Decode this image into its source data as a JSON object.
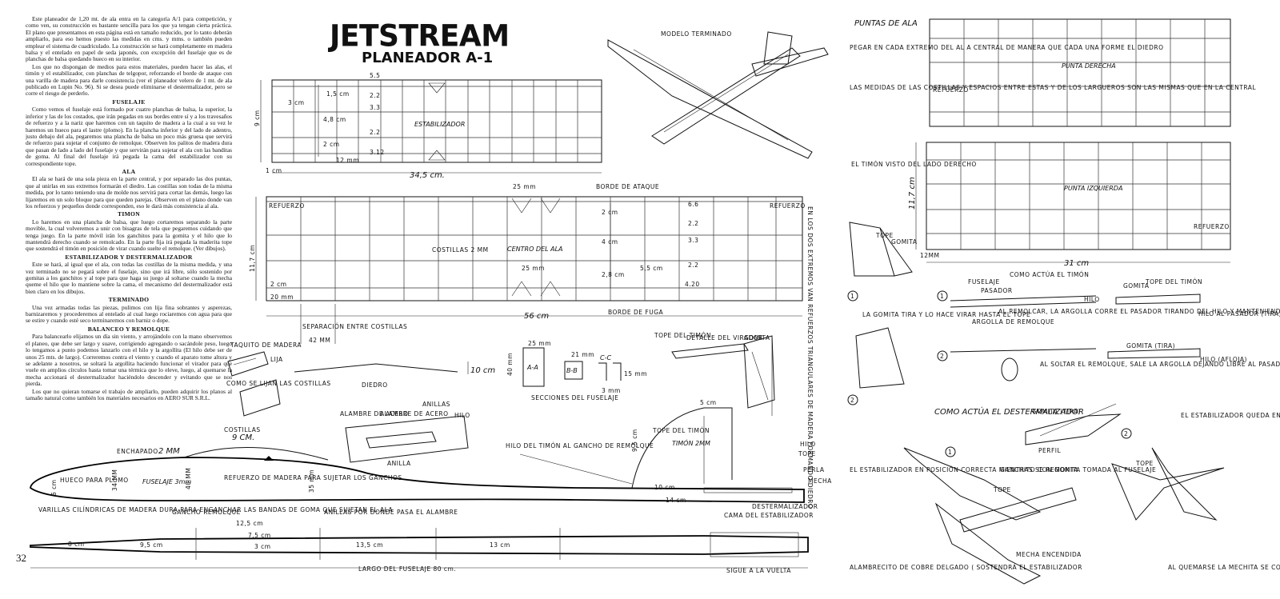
{
  "title": "JETSTREAM",
  "subtitle": "PLANEADOR A-1",
  "page_number": "32",
  "article": {
    "intro": [
      "Este planeador de 1,20 mt. de ala entra en la categoría A/1 para competición, y como ven, su construcción es bastante sencilla para los que ya tengan cierta práctica. El plano que presentamos en esta página está en tamaño reducido, por lo tanto deberán ampliarlo, para eso hemos puesto las medidas en cms. y mms. o también pueden emplear el sistema de cuadriculado. La construcción se hará completamente en madera balsa y el entelado en papel de seda japonés, con excepción del fuselaje que es de planchas de balsa quedando hueco en su interior.",
      "Los que no dispongan de medios para estos materiales, pueden hacer las alas, el timón y el estabilizador, con planchas de telgopor, reforzando el borde de ataque con una varilla de madera para darle consistencia (ver el planeador velero de 1 mt. de ala publicado en Lupin No. 96). Si se desea puede eliminarse el destermalizador, pero se corre el riesgo de perderlo."
    ],
    "sections": [
      {
        "heading": "FUSELAJE",
        "text": "Como vemos el fuselaje está formado por cuatro planchas de balsa, la superior, la inferior y las de los costados, que irán pegadas en sus bordes entre sí y a los travesaños de refuerzo y a la nariz que haremos con un taquito de madera a la cual a su vez le haremos un hueco para el lastre (plomo). En la plancha inferior y del lado de adentro, justo debajo del ala, pegaremos una plancha de balsa un poco más gruesa que servirá de refuerzo para sujetar el conjunto de remolque. Observen los palitos de madera dura que pasan de lado a lado del fuselaje y que servirán para sujetar el ala con las banditas de goma. Al final del fuselaje irá pegada la cama del estabilizador con su correspondiente tope."
      },
      {
        "heading": "ALA",
        "text": "El ala se hará de una sola pieza en la parte central, y por separado las dos puntas, que al unirlas en sus extremos formarán el diedro. Las costillas son todas de la misma medida, por lo tanto teniendo una de molde nos servirá para cortar las demás, luego las lijaremos en un solo bloque para que queden parejas. Observen en el plano donde van los refuerzos y pequeños donde corresponden, eso le dará más consistencia al ala."
      },
      {
        "heading": "TIMON",
        "text": "Lo haremos en una plancha de balsa, que luego cortaremos separando la parte movible, la cual volveremos a unir con bisagras de tela que pegaremos cuidando que tenga juego. En la parte móvil irán los ganchitos para la gomita y el hilo que lo mantendrá derecho cuando se remolcado. En la parte fija irá pegada la maderita tope que sostendrá el timón en posición de virar cuando suelte el remolque. (Ver dibujos)."
      },
      {
        "heading": "ESTABILIZADOR Y DESTERMALIZADOR",
        "text": "Este se hará, al igual que el ala, con todas las costillas de la misma medida, y una vez terminado no se pegará sobre el fuselaje, sino que irá libre, sólo sostenido por gomitas a los ganchitos y al tope para que haga su juego al soltarse cuando la mecha queme el hilo que lo mantiene sobre la cama, el mecanismo del destermalizador está bien claro en los dibujos."
      },
      {
        "heading": "TERMINADO",
        "text": "Una vez armadas todas las piezas, pulimos con lija fina sobrantes y asperezas, barnizaremos y procederemos al entelado al cual luego rociaremos con agua para que se estire y cuando esté seco terminaremos con barniz o dope."
      },
      {
        "heading": "BALANCEO Y REMOLQUE",
        "text": "Para balancearlo elijamos un día sin viento, y arrojándolo con la mano observemos el planeo, que debe ser largo y suave, corrigiendo agregando o sacándole peso, luego lo tengamos a punto podemos lanzarlo con el hilo y la argollita (El hilo debe ser de unos 25 mts. de largo). Correremos contra el viento y cuando el aparato tome altura y se adelante a nosotros, se soltará la argollita haciendo funcionar el virador para que vuele en amplios círculos hasta tomar una térmica que lo eleve, luego, al quemarse la mecha accionará el destermalizador haciéndolo descender y evitando que se nos pierda."
      },
      {
        "heading": "",
        "text": "Los que no quieran tomarse el trabajo de ampliarlo, pueden adquirir los planos al tamaño natural como también los materiales necesarios en AERO SUR S.R.L."
      }
    ]
  },
  "stabilizer": {
    "label": "ESTABILIZADOR",
    "width": "34,5 cm.",
    "height": "9 cm",
    "spars": [
      "5.5",
      "2.2",
      "3.3",
      "2.2",
      "3.12"
    ],
    "dims": [
      "1,5 cm",
      "3 cm",
      "4,8 cm",
      "2 cm",
      "12 mm",
      "1 cm"
    ]
  },
  "model_label": "MODELO TERMINADO",
  "wing": {
    "center_label": "CENTRO DEL ALA",
    "leading_edge": "BORDE DE ATAQUE",
    "trailing_edge": "BORDE DE FUGA",
    "width": "56 cm",
    "height": "11,7 cm",
    "spars": [
      "6.6",
      "2.2",
      "3.3",
      "2.2",
      "4.20"
    ],
    "dims": [
      "25 mm",
      "2 cm",
      "4 cm",
      "5,5 cm",
      "2,8 cm",
      "25 mm",
      "20 mm",
      "2 cm",
      "COSTILLAS 2 MM"
    ],
    "refuerzo_left": "REFUERZO",
    "refuerzo_right": "REFUERZO",
    "side_note": "EN LOS DOS EXTREMOS VAN REFUERZOS TRIANGULARES DE MADERA FORMANDO DIEDRO",
    "separation": "SEPARACIÓN ENTRE COSTILLAS",
    "separation_value": "42 MM"
  },
  "dihedral": {
    "label": "DIEDRO",
    "value": "10 cm"
  },
  "sections": {
    "label": "SECCIONES DEL FUSELAJE",
    "aa": "A-A",
    "bb": "B-B",
    "cc": "C-C",
    "w1": "25 mm",
    "h1": "40 mm",
    "w2": "21 mm",
    "h2": "15 mm",
    "w3": "3 mm"
  },
  "virador": {
    "label": "DETALLE DEL VIRADOR",
    "tope": "TOPE DEL TIMÓN",
    "gomita": "GOMITA"
  },
  "hooks": {
    "alambre1": "ALAMBRE DE ACERO",
    "alambre2": "ALAMBRE DE ACERO",
    "anillas": "ANILLAS",
    "hilo": "HILO",
    "anilla": "ANILLA"
  },
  "tiny": {
    "taquito": "TAQUITO DE MADERA",
    "lija": "LIJA",
    "como": "COMO SE LIJAN LAS COSTILLAS"
  },
  "fuselage": {
    "enchapado": "ENCHAPADO",
    "enchapado_val": "2 MM",
    "costillas": "COSTILLAS",
    "costillas_val": "9 CM.",
    "fuselaje": "FUSELAJE 3mm",
    "hueco": "HUECO PARA PLOMO",
    "dims": [
      "6 cm",
      "34 MM",
      "40 MM",
      "35 mm",
      "10 cm",
      "14 cm",
      "9,5 cm",
      "7,5 cm",
      "5 cm"
    ],
    "refuerzo": "REFUERZO DE MADERA PARA SUJETAR LOS GANCHOS",
    "hilo_timon": "HILO DEL TIMÓN AL GANCHO DE REMOLQUE",
    "tope_timon": "TOPE DEL TIMÓN",
    "timon": "TIMÓN 2MM",
    "hilo": "HILO",
    "tope": "TOPE",
    "perla": "PERLA",
    "mecha": "MECHA",
    "destermalizador": "DESTERMALIZADOR",
    "varillas": "VARILLAS CILÍNDRICAS DE MADERA DURA PARA ENGANCHAR LAS BANDAS DE GOMA QUE SUJETAN EL ALA",
    "gancho": "GANCHO REMOLQUE",
    "anillas": "ANILLAS POR DONDE PASA EL ALAMBRE",
    "cama": "CAMA DEL ESTABILIZADOR",
    "top_dims": [
      "8 cm",
      "9,5 cm",
      "12,5 cm",
      "7,5 cm",
      "3 cm",
      "13,5 cm",
      "13 cm"
    ],
    "largo": "LARGO DEL FUSELAJE 80 cm.",
    "sigue": "SIGUE A LA VUELTA"
  },
  "tips": {
    "title": "PUNTAS DE ALA",
    "note1": "PEGAR EN CADA EXTREMO DEL AL A CENTRAL DE MANERA QUE CADA UNA FORME EL DIEDRO",
    "note2": "LAS MEDIDAS DE LAS COSTILLAS Y ESPACIOS ENTRE ESTAS Y DE LOS LARGUEROS SON LAS MISMAS QUE EN LA CENTRAL",
    "right": "PUNTA DERECHA",
    "left": "PUNTA IZQUIERDA",
    "refuerzo": "REFUERZO",
    "refuerzo2": "REFUERZO",
    "height": "11,7 cm",
    "width": "31 cm",
    "mm": "12MM"
  },
  "rudder": {
    "seen": "EL TIMÓN VISTO DEL LADO DERECHO",
    "tope": "TOPE",
    "gomita": "GOMITA",
    "title": "COMO ACTÚA EL TIMÓN",
    "fuselaje": "FUSELAJE",
    "pasador": "PASADOR",
    "argolla": "ARGOLLA DE REMOLQUE",
    "hilo": "HILO",
    "tope_timon": "TOPE DEL TIMÓN",
    "gomita2": "GOMITA",
    "hilo_al_pasador": "HILO AL PASADOR (TIRA)",
    "gomita_tira": "GOMITA (TIRA)",
    "hilo_afloja": "HILO (AFLOJA)",
    "step1": "LA GOMITA TIRA Y LO HACE VIRAR HASTA EL TOPE",
    "note1": "AL REMOLCAR, LA ARGOLLA CORRE EL PASADOR TIRANDO DEL HILO Y MANTENIENDO EL TIMÓN EN LÍNEA RECTA.",
    "note2": "AL SOLTAR EL REMOLQUE, SALE LA ARGOLLA DEJANDO LIBRE AL PASADOR QUE VUELVE HACIA ATRÁS POR ACCIÓN DE LA GOMITA QUE ESTÁ DEL OTRO LADO DEL TIMÓN HACIENDO QUE ESTE VIRE HASTA EL TOPE.",
    "n1": "1",
    "n2": "2",
    "n3": "1",
    "n4": "2"
  },
  "dethermal": {
    "title": "COMO ACTÚA EL DESTERMALIZADOR",
    "gomita_tira": "GOMITA (TIRA)",
    "perfil": "PERFIL",
    "state2": "EL ESTABILIZADOR QUEDA EN POSICIÓN NEGATIVA SUJETO POR LA GOMITA DEL TOPE Y EL ALAMBRECITO DE COBRE",
    "state1": "EL ESTABILIZADOR EN POSICIÓN CORRECTA MIENTRAS SE REMONTA",
    "ganchito": "GANCHITO CON GOMITA TOMADA AL FUSELAJE",
    "tope": "TOPE",
    "tope2": "TOPE",
    "mecha": "MECHA ENCENDIDA",
    "alambre": "ALAMBRECITO DE COBRE DELGADO ( SOSTENDRÁ EL ESTABILIZADOR",
    "quemarse": "AL QUEMARSE LA MECHITA SE CORTA EL HILO Y SE ABRE EL ESTABILIZADOR",
    "n1": "1",
    "n2": "2",
    "n3": "1",
    "n4": "2"
  }
}
